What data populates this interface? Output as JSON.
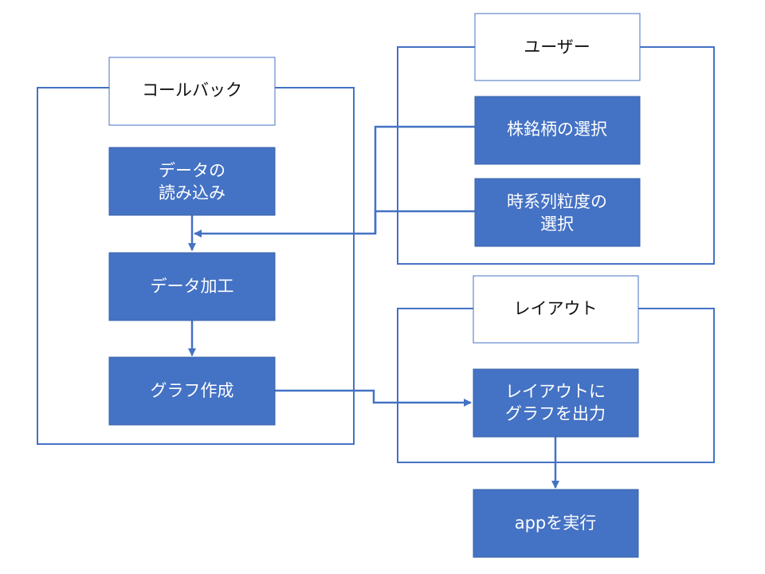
{
  "groups": {
    "callback": {
      "label": "コールバック"
    },
    "user": {
      "label": "ユーザー"
    },
    "layout": {
      "label": "レイアウト"
    }
  },
  "steps": {
    "load_data": {
      "lines": [
        "データの",
        "読み込み"
      ]
    },
    "process_data": {
      "lines": [
        "データ加工"
      ]
    },
    "create_graph": {
      "lines": [
        "グラフ作成"
      ]
    },
    "select_ticker": {
      "lines": [
        "株銘柄の選択"
      ]
    },
    "select_granularity": {
      "lines": [
        "時系列粒度の",
        "選択"
      ]
    },
    "output_graph": {
      "lines": [
        "レイアウトに",
        "グラフを出力"
      ]
    },
    "run_app": {
      "lines": [
        "appを実行"
      ]
    }
  },
  "colors": {
    "accent": "#4472c4",
    "box_text": "#ffffff",
    "label_text": "#111111",
    "background": "#ffffff"
  }
}
